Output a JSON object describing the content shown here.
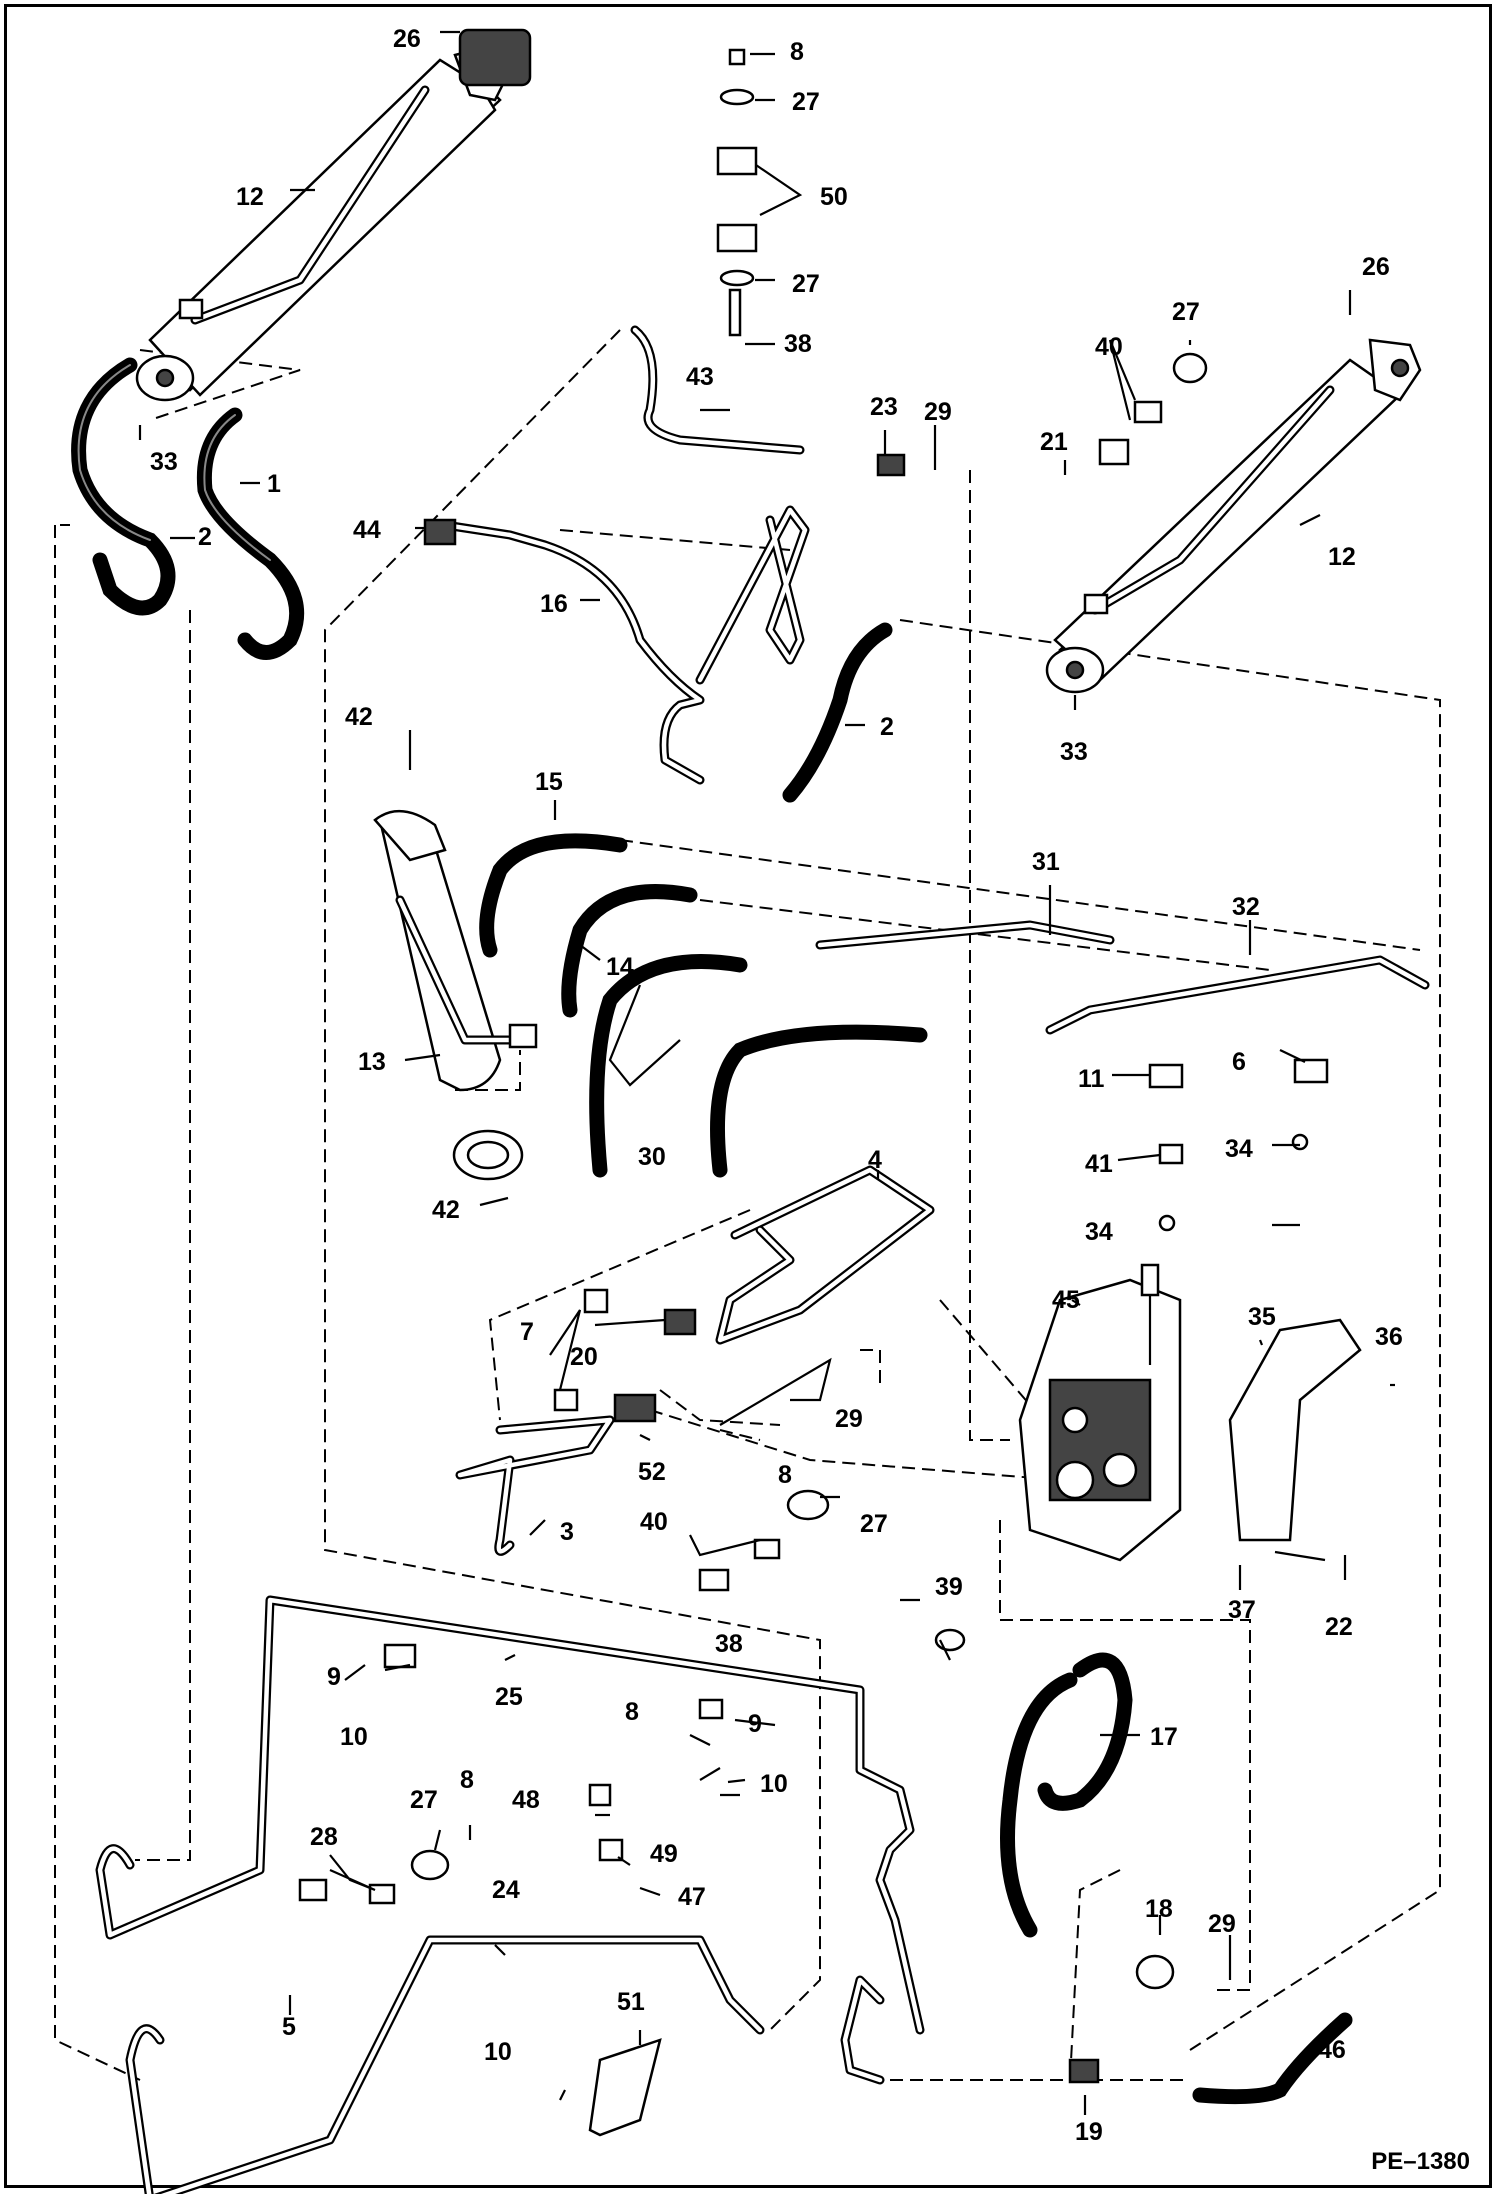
{
  "figure_code": "PE–1380",
  "callouts": {
    "c1": "1",
    "c2a": "2",
    "c2b": "2",
    "c3": "3",
    "c4": "4",
    "c5": "5",
    "c6": "6",
    "c7": "7",
    "c8a": "8",
    "c8b": "8",
    "c8c": "8",
    "c8d": "8",
    "c9a": "9",
    "c9b": "9",
    "c10a": "10",
    "c10b": "10",
    "c10c": "10",
    "c11": "11",
    "c12a": "12",
    "c12b": "12",
    "c13": "13",
    "c14": "14",
    "c15": "15",
    "c16": "16",
    "c17": "17",
    "c18": "18",
    "c19": "19",
    "c20": "20",
    "c21": "21",
    "c22": "22",
    "c23": "23",
    "c24": "24",
    "c25": "25",
    "c26a": "26",
    "c26b": "26",
    "c27a": "27",
    "c27b": "27",
    "c27c": "27",
    "c27d": "27",
    "c27e": "27",
    "c28": "28",
    "c29a": "29",
    "c29b": "29",
    "c29c": "29",
    "c30": "30",
    "c31": "31",
    "c32": "32",
    "c33a": "33",
    "c33b": "33",
    "c34a": "34",
    "c34b": "34",
    "c35": "35",
    "c36": "36",
    "c37": "37",
    "c38a": "38",
    "c38b": "38",
    "c39": "39",
    "c40a": "40",
    "c40b": "40",
    "c41": "41",
    "c42a": "42",
    "c42b": "42",
    "c43": "43",
    "c44": "44",
    "c45": "45",
    "c46": "46",
    "c47": "47",
    "c48": "48",
    "c49": "49",
    "c50": "50",
    "c51": "51",
    "c52": "52"
  }
}
